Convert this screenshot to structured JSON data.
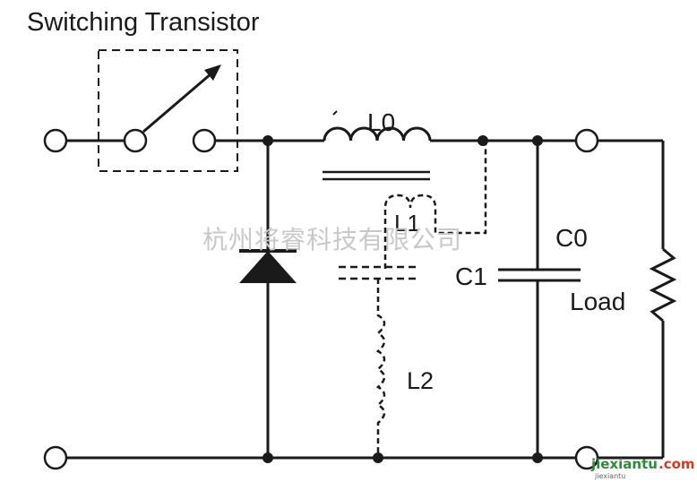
{
  "title": "Switching Transistor",
  "labels": {
    "l0": "L0",
    "l1": "L1",
    "l2": "L2",
    "c0": "C0",
    "c1": "C1",
    "load": "Load"
  },
  "watermark": "杭州将睿科技有限公司",
  "corner_logo": {
    "main": "jiexiantu",
    "sub": ".com",
    "small": "jiexiantu"
  },
  "colors": {
    "ink": "#1a1a1a",
    "watermark": "#c8c8c8",
    "logo_green": "#2e8b3a",
    "logo_red": "#d23a2a"
  }
}
